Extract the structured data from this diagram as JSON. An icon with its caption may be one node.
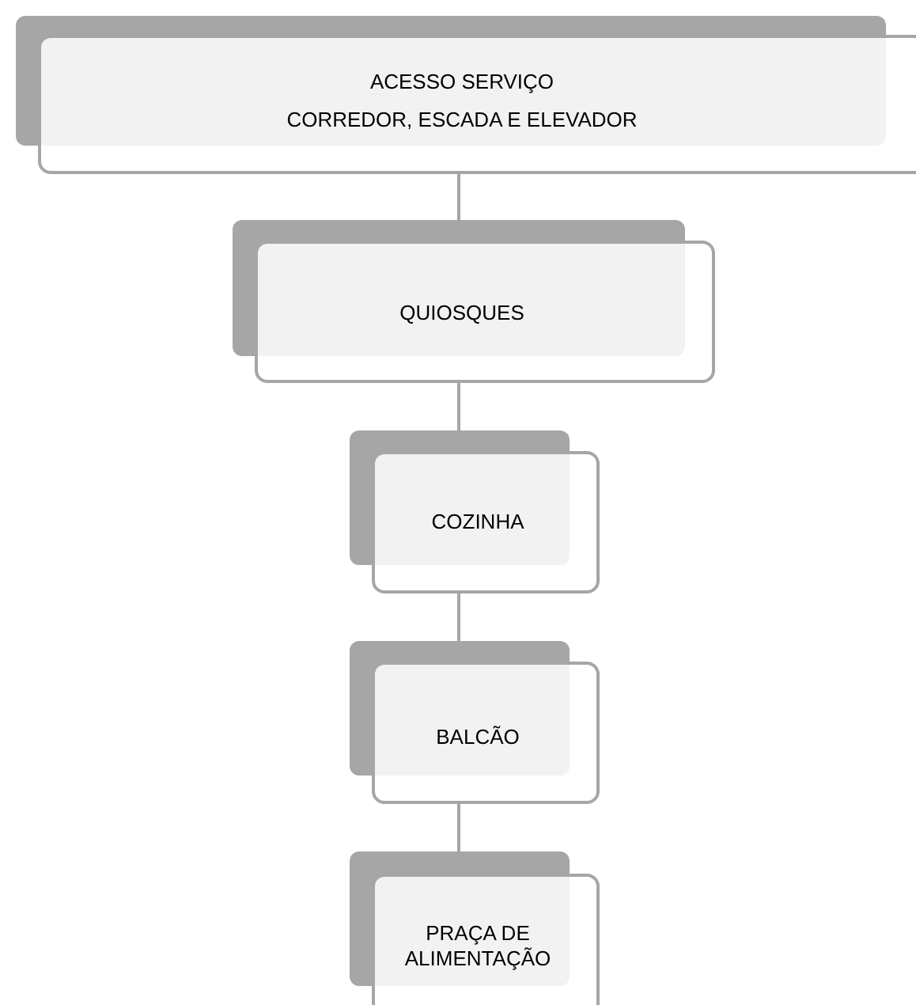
{
  "diagram": {
    "nodes": [
      {
        "text": [
          "ACESSO SERVIÇO",
          "CORREDOR, ESCADA E ELEVADOR"
        ]
      },
      {
        "text": [
          "QUIOSQUES"
        ]
      },
      {
        "text": [
          "COZINHA"
        ]
      },
      {
        "text": [
          "BALCÃO"
        ]
      },
      {
        "text": [
          "PRAÇA DE ALIMENTAÇÃO"
        ]
      }
    ],
    "edges": [
      {
        "from": 0,
        "to": 1,
        "arrow": "none"
      },
      {
        "from": 1,
        "to": 2,
        "arrow": "none"
      },
      {
        "from": 2,
        "to": 3,
        "arrow": "none"
      },
      {
        "from": 3,
        "to": 4,
        "arrow": "none"
      }
    ]
  }
}
